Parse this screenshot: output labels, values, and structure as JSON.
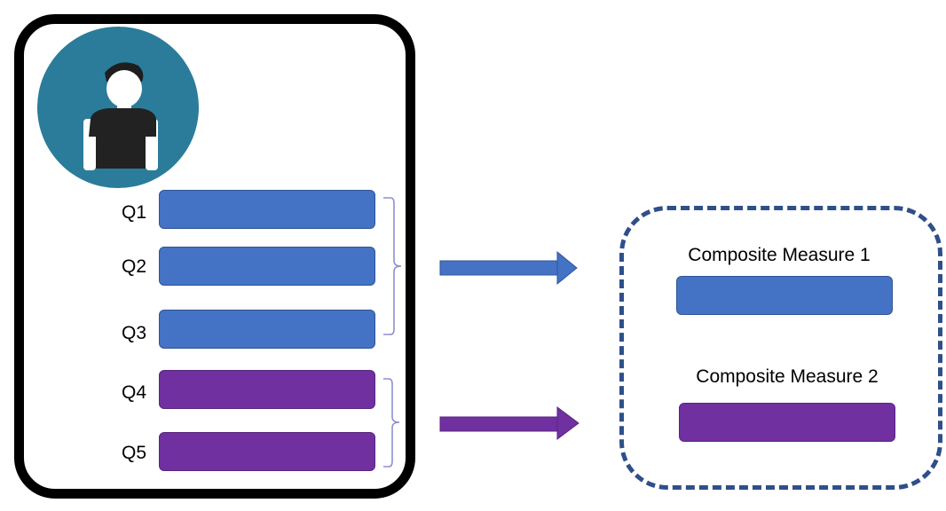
{
  "questions": [
    {
      "label": "Q1",
      "group": 1
    },
    {
      "label": "Q2",
      "group": 1
    },
    {
      "label": "Q3",
      "group": 1
    },
    {
      "label": "Q4",
      "group": 2
    },
    {
      "label": "Q5",
      "group": 2
    }
  ],
  "composites": [
    {
      "label": "Composite Measure 1"
    },
    {
      "label": "Composite Measure 2"
    }
  ],
  "colors": {
    "group1": "#4472c4",
    "group2": "#7030a0",
    "avatar_bg": "#2a7c9a",
    "dash_border": "#2f4f8a"
  },
  "icons": [
    "person-icon",
    "arrow-right-icon",
    "brace-icon"
  ]
}
